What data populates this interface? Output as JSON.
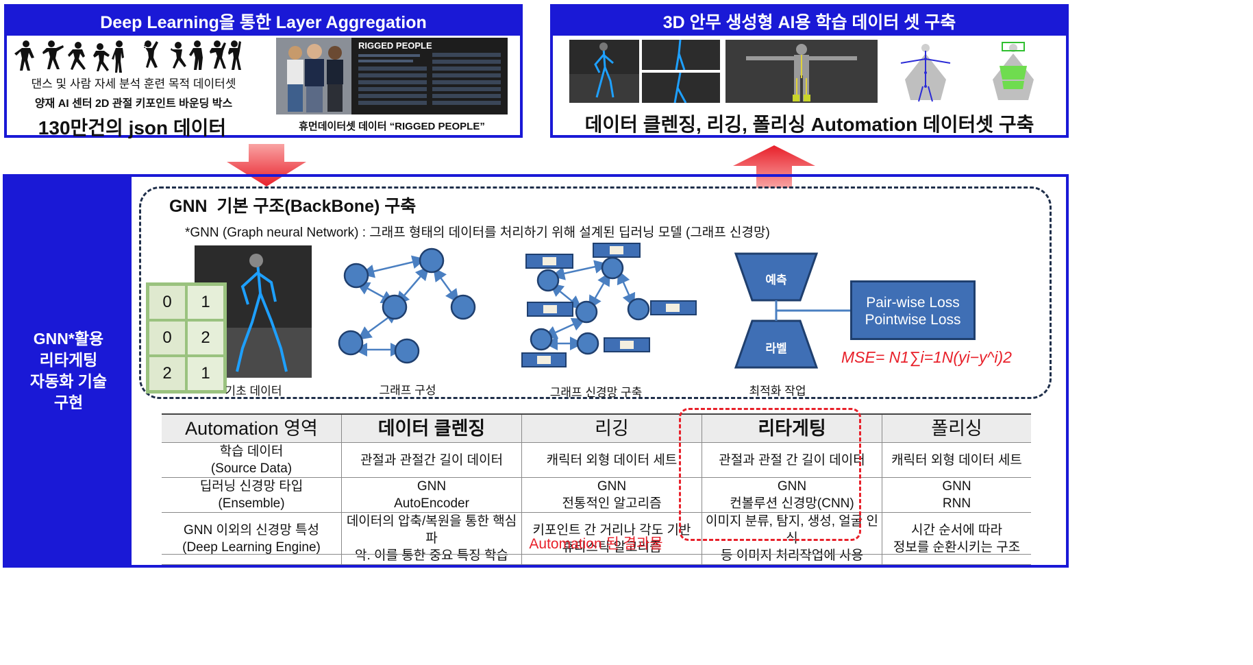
{
  "top_left": {
    "title": "Deep Learning을 통한 Layer Aggregation",
    "line1": "댄스 및 사람 자세 분석 훈련 목적 데이터셋",
    "line2": "양재 AI 센터  2D 관절 키포인트 바운딩 박스",
    "big": "130만건의 json 데이터",
    "img_caption": "휴먼데이터셋 데이터 “RIGGED PEOPLE”",
    "img_title": "RIGGED PEOPLE"
  },
  "top_right": {
    "title": "3D 안무 생성형 AI용 학습 데이터 셋 구축",
    "big": "데이터 클렌징, 리깅, 폴리싱 Automation 데이터셋 구축"
  },
  "side_label": "GNN*활용\n리타게팅\n자동화 기술\n구현",
  "gnn": {
    "title": "GNN  기본 구조(BackBone) 구축",
    "definition": "*GNN (Graph neural Network) : 그래프 형태의 데이터를 처리하기 위해 설계된 딥러닝 모델 (그래프 신경망)",
    "matrix": [
      "0",
      "1",
      "0",
      "2",
      "2",
      "1"
    ],
    "captions": [
      "기초 데이터",
      "그래프 구성",
      "그래프 신경망 구축",
      "최적화 작업"
    ],
    "predict_label": "예측",
    "label_label": "라벨",
    "loss_line1": "Pair-wise Loss",
    "loss_line2": "Pointwise Loss",
    "mse": "MSE= N1∑i=1N(yi−y^i)2"
  },
  "table": {
    "headers": [
      "Automation 영역",
      "데이터 클렌징",
      "리깅",
      "리타게팅",
      "폴리싱"
    ],
    "rows": [
      [
        "학습 데이터\n(Source Data)",
        "관절과 관절간 길이 데이터",
        "캐릭터 외형 데이터 세트",
        "관절과 관절 간 길이 데이터",
        "캐릭터 외형 데이터 세트"
      ],
      [
        "딥러닝 신경망 타입\n(Ensemble)",
        "GNN\nAutoEncoder",
        "GNN\n전통적인 알고리즘",
        "GNN\n컨볼루션 신경망(CNN)",
        "GNN\nRNN"
      ],
      [
        "GNN 이외의 신경망 특성\n(Deep Learning Engine)",
        "데이터의 압축/복원을 통한 핵심 파\n악. 이를 통한 중요 특징 학습",
        "키포인트 간 거리나 각도 기반\n휴리스틱 알고리즘",
        "이미지 분류, 탐지, 생성, 얼굴 인식\n등 이미지 처리작업에 사용",
        "시간 순서에 따라\n정보를 순환시키는 구조"
      ]
    ],
    "result_label": "Automation 된 결과물"
  },
  "colors": {
    "primary_blue": "#1a19d6",
    "node_blue": "#4a7fc1",
    "accent_red": "#e8202a"
  }
}
